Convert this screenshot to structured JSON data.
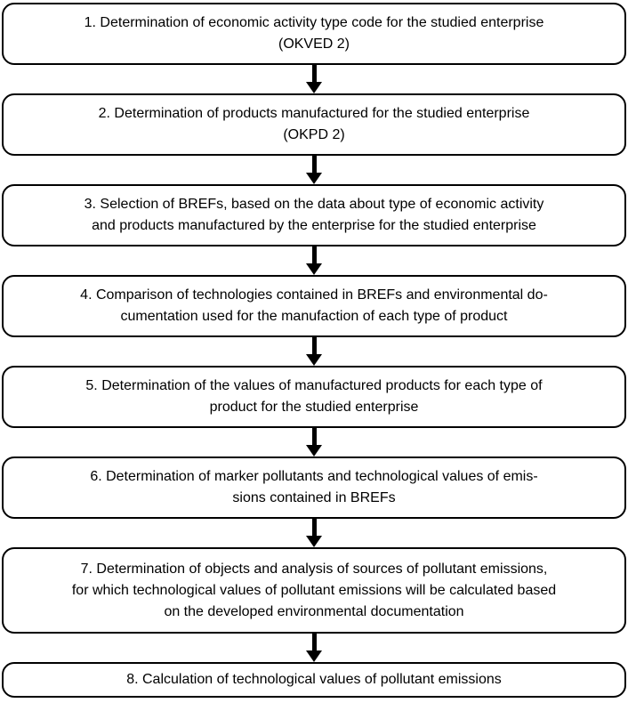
{
  "diagram": {
    "type": "flowchart",
    "direction": "top-down",
    "connector": "down-arrow",
    "colors": {
      "background": "#ffffff",
      "box_fill": "#ffffff",
      "box_border": "#000000",
      "text": "#000000",
      "arrow": "#000000"
    },
    "boxes": [
      {
        "step": "1",
        "lines": [
          "1. Determination of economic activity type code for the studied enterprise",
          "(OKVED 2)"
        ]
      },
      {
        "step": "2",
        "lines": [
          "2. Determination of products manufactured for the studied enterprise",
          "(OKPD 2)"
        ]
      },
      {
        "step": "3",
        "lines": [
          "3. Selection of BREFs, based on the data about type of economic activity",
          "and products manufactured by the enterprise for the studied enterprise"
        ]
      },
      {
        "step": "4",
        "lines": [
          "4. Comparison of technologies contained in BREFs and environmental do-",
          "cumentation used for the manufaction of each type of product"
        ]
      },
      {
        "step": "5",
        "lines": [
          "5. Determination of the values of manufactured products for each type of",
          "product for the studied enterprise"
        ]
      },
      {
        "step": "6",
        "lines": [
          "6. Determination of marker pollutants and technological values of emis-",
          "sions contained in BREFs"
        ]
      },
      {
        "step": "7",
        "lines": [
          "7. Determination of objects and analysis of sources of pollutant emissions,",
          "for which technological values of pollutant emissions will be calculated based",
          "on the developed environmental documentation"
        ]
      },
      {
        "step": "8",
        "lines": [
          "8. Calculation of technological values of pollutant emissions"
        ]
      }
    ]
  }
}
